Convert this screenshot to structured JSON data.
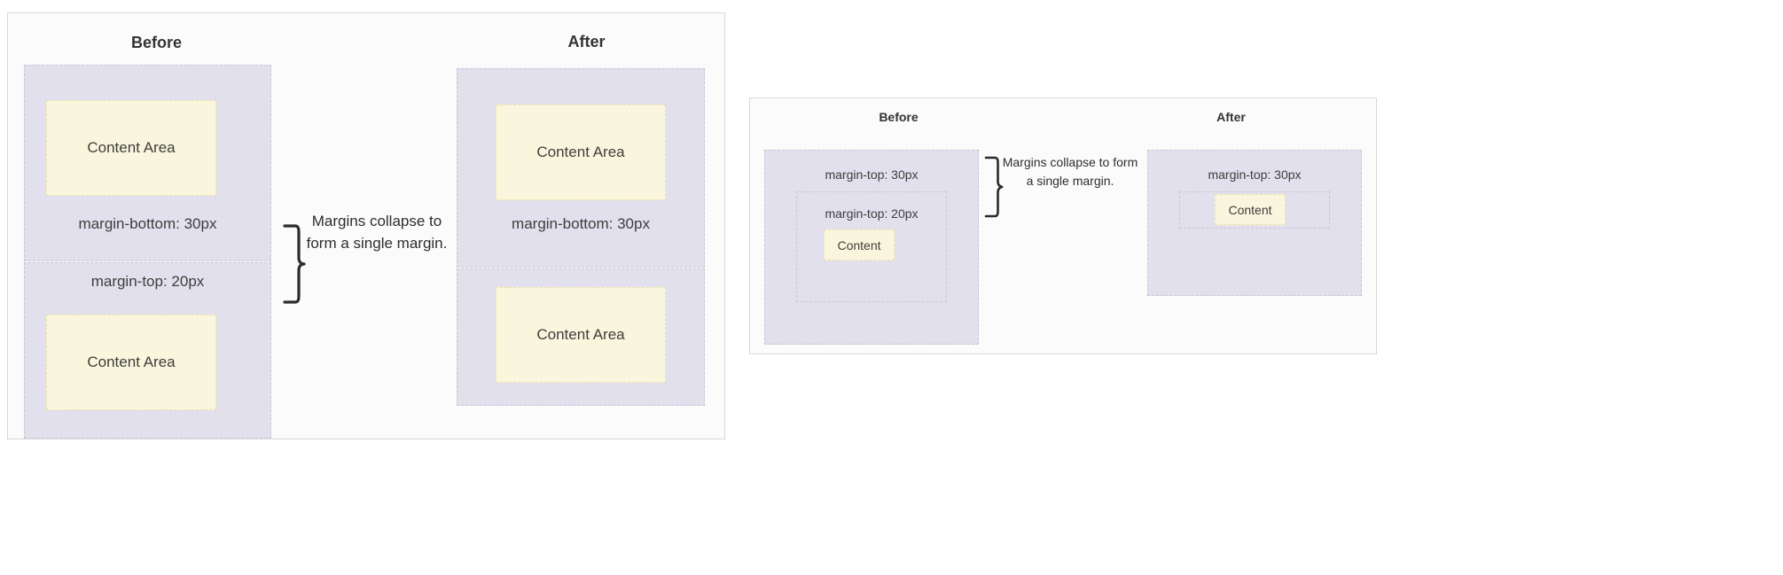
{
  "diagrams": [
    {
      "name": "margin-collapsing-siblings",
      "before_title": "Before",
      "after_title": "After",
      "annotation": "Margins collapse to form a single margin.",
      "brace_icon": "curly-brace-icon",
      "before": {
        "box1": {
          "content_label": "Content Area",
          "margin_label": "margin-bottom: 30px"
        },
        "box2": {
          "margin_label": "margin-top: 20px",
          "content_label": "Content Area"
        }
      },
      "after": {
        "box1": {
          "content_label": "Content Area",
          "margin_label": "margin-bottom: 30px"
        },
        "box2": {
          "content_label": "Content Area"
        }
      }
    },
    {
      "name": "margin-collapsing-parent-child",
      "before_title": "Before",
      "after_title": "After",
      "annotation": "Margins collapse to form a single margin.",
      "brace_icon": "curly-brace-icon",
      "before": {
        "outer_margin_label": "margin-top: 30px",
        "inner_margin_label": "margin-top: 20px",
        "content_label": "Content"
      },
      "after": {
        "outer_margin_label": "margin-top: 30px",
        "content_label": "Content"
      }
    }
  ],
  "colors": {
    "margin_box": "#e2e0ec",
    "content_box": "#faf6dd",
    "card_background": "#fafafa",
    "card_border": "#d8d8d8",
    "text": "#3d3d3d",
    "heading": "#333333"
  }
}
